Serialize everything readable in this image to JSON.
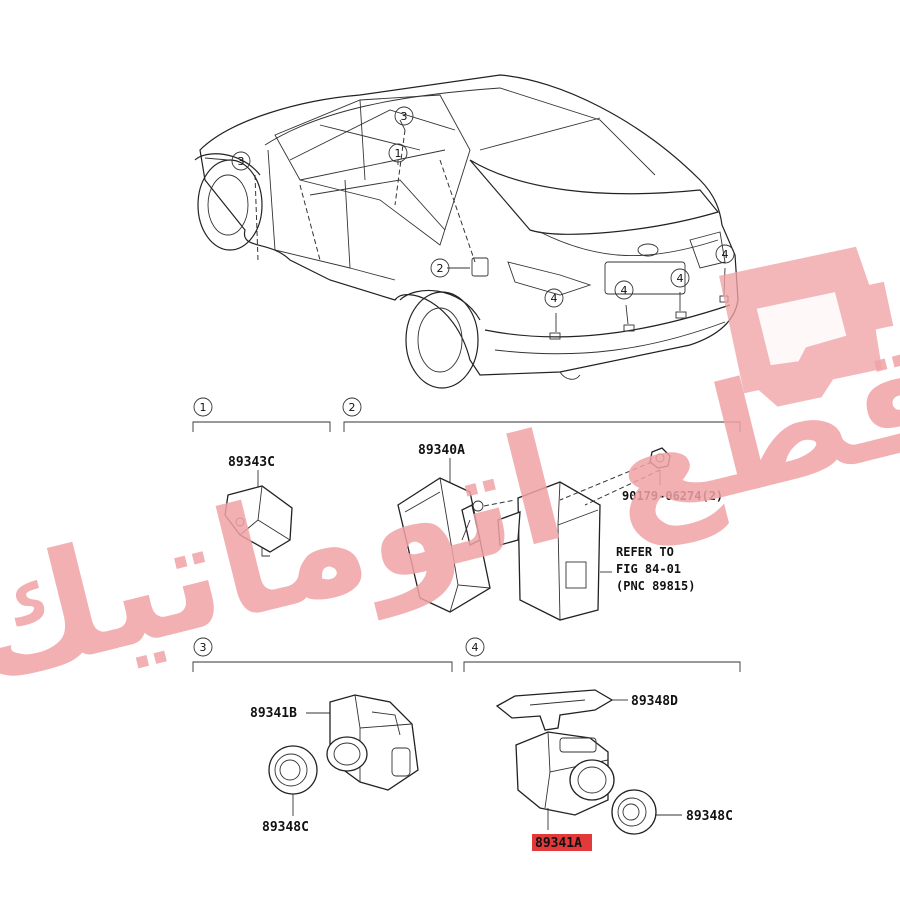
{
  "watermark": {
    "text": "قطع اتوماتيك"
  },
  "callouts": [
    "1",
    "2",
    "3",
    "4"
  ],
  "group1": {
    "num": "1",
    "parts": {
      "sensor": "89343C"
    }
  },
  "group2": {
    "num": "2",
    "parts": {
      "ecu": "89340A",
      "nut": "90179-06274(2)"
    },
    "refer": {
      "line1": "REFER TO",
      "line2": "FIG 84-01",
      "line3": "(PNC 89815)"
    }
  },
  "group3": {
    "num": "3",
    "parts": {
      "sensor": "89341B",
      "retainer": "89348C"
    }
  },
  "group4": {
    "num": "4",
    "parts": {
      "bracket": "89348D",
      "sensor": "89341A",
      "retainer": "89348C"
    }
  },
  "colors": {
    "highlight": "#e23a3a",
    "watermark": "#f0a3a6",
    "line": "#222222"
  }
}
